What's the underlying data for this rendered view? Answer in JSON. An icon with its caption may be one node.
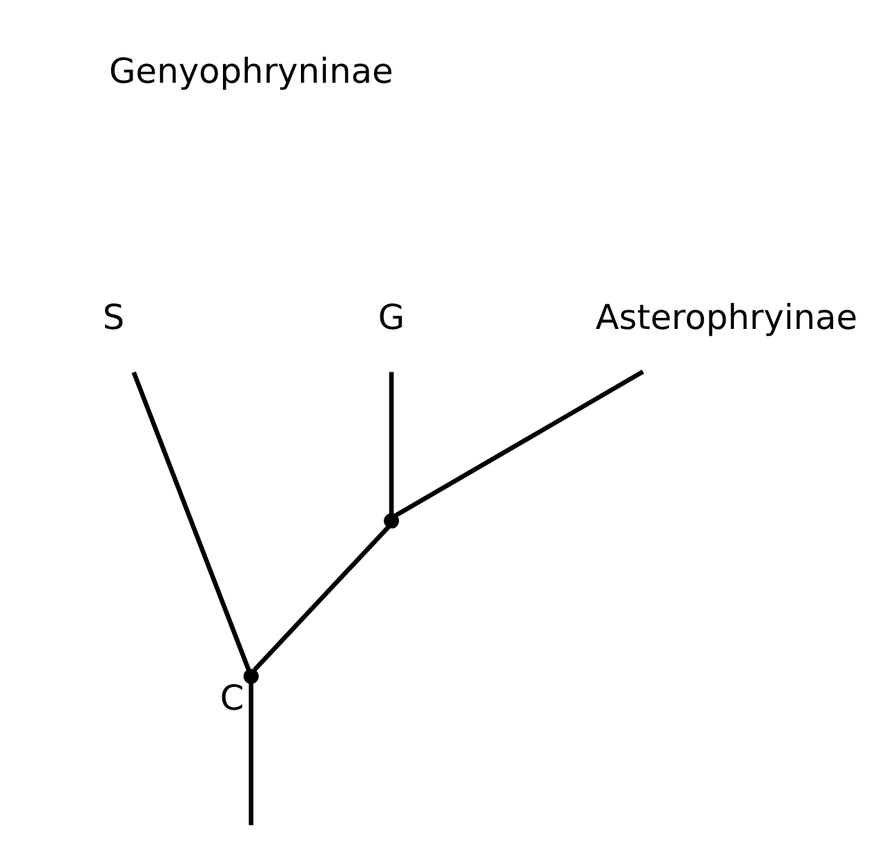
{
  "diagram": {
    "nodes": [
      {
        "text": [
          "S"
        ]
      },
      {
        "text": [
          "G"
        ]
      },
      {
        "text": [
          "Asterophryinae"
        ]
      },
      {
        "text": [],
        "shape": "point"
      },
      {
        "text": [
          "C"
        ]
      }
    ],
    "edges": [
      {
        "from": null,
        "to": 4,
        "arrow": "none"
      },
      {
        "from": 4,
        "to": 0,
        "arrow": "none"
      },
      {
        "from": 4,
        "to": 3,
        "arrow": "none"
      },
      {
        "from": 3,
        "to": 1,
        "arrow": "none"
      },
      {
        "from": 3,
        "to": 2,
        "arrow": "none"
      }
    ],
    "labels": [
      "Genyophryninae"
    ]
  }
}
